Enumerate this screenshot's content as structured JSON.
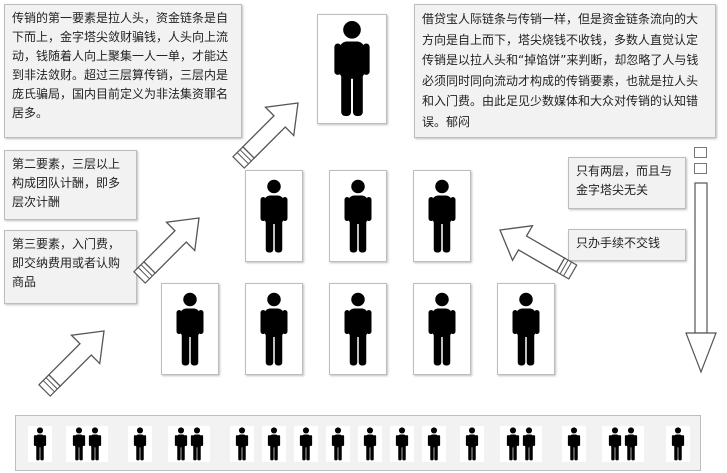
{
  "texts": {
    "top_left": "传销的第一要素是拉人头，资金链条是自下而上，金字塔尖敛财骗钱，人头向上流动，钱随着人向上聚集一人一单，才能达到非法敛财。超过三层算传销，三层内是庞氏骗局，国内目前定义为非法集资罪名居多。",
    "second_element": "第二要素，三层以上构成团队计酬，即多层次计酬",
    "third_element": "第三要素，入门费，即交纳费用或者认购商品",
    "top_right": "借贷宝人际链条与传销一样，但是资金链条流向的大方向是自上而下，塔尖烧钱不收钱，多数人直觉认定传销是以拉人头和“掉馅饼”来判断，却忽略了人与钱必须同时同向流动才构成的传销要素，也就是拉人头和入门费。由此足见少数媒体和大众对传销的认知错误。郁闷",
    "two_layers": "只有两层，而且与金字塔尖无关",
    "fee_only": "只办手续不交钱"
  },
  "icons": {
    "person": "person-icon",
    "arrow_up": "arrow-up-right-icon",
    "arrow_left": "arrow-left-icon",
    "arrow_down": "arrow-down-icon"
  },
  "colors": {
    "figure": "#000000",
    "box_bg": "#f2f2f2",
    "border": "#bdbdbd"
  }
}
